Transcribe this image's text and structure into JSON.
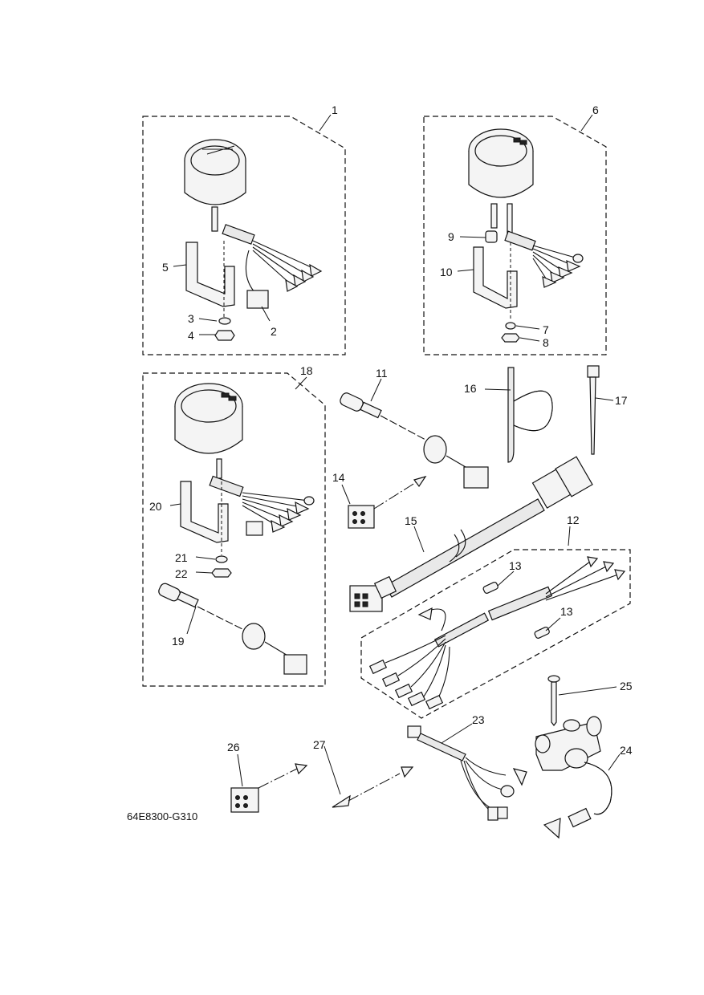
{
  "diagram": {
    "code": "64E8300-G310",
    "callouts": {
      "c1": "1",
      "c2": "2",
      "c3": "3",
      "c4": "4",
      "c5": "5",
      "c6": "6",
      "c7": "7",
      "c8": "8",
      "c9": "9",
      "c10": "10",
      "c11": "11",
      "c12": "12",
      "c13a": "13",
      "c13b": "13",
      "c14": "14",
      "c15": "15",
      "c16": "16",
      "c17": "17",
      "c18": "18",
      "c19": "19",
      "c20": "20",
      "c21": "21",
      "c22": "22",
      "c23": "23",
      "c24": "24",
      "c25": "25",
      "c26": "26",
      "c27": "27"
    }
  }
}
